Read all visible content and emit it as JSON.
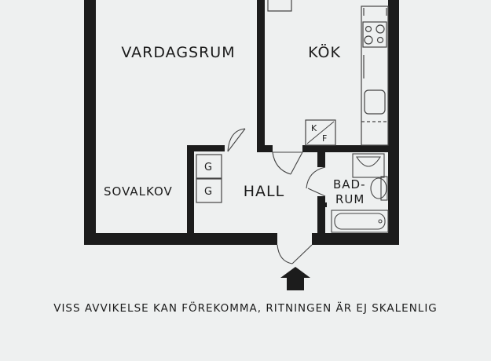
{
  "rooms": {
    "vardagsrum": "VARDAGSRUM",
    "kok": "KÖK",
    "sovalkov": "SOVALKOV",
    "hall": "HALL",
    "badrum_line1": "BAD-",
    "badrum_line2": "RUM"
  },
  "fixtures": {
    "kf_k": "K",
    "kf_f": "F",
    "closet_top": "G",
    "closet_bottom": "G"
  },
  "disclaimer": "VISS AVVIKELSE KAN FÖREKOMMA, RITNINGEN ÄR EJ SKALENLIG",
  "colors": {
    "wall": "#1c1c1c",
    "background": "#eef0f0",
    "line": "#444444"
  }
}
